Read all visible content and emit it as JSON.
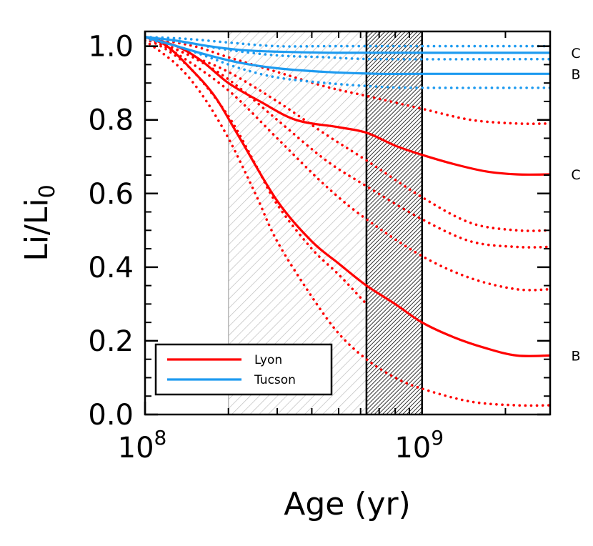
{
  "chart_data": {
    "type": "line",
    "xlabel": "Age (yr)",
    "ylabel": "Li/Li",
    "ylabel_sub": "0",
    "x_scale": "log",
    "xlim": [
      100000000.0,
      2900000000.0
    ],
    "ylim": [
      0.0,
      1.04
    ],
    "x_tick_labels": [
      {
        "value": 100000000.0,
        "base": "10",
        "exp": "8"
      },
      {
        "value": 1000000000.0,
        "base": "10",
        "exp": "9"
      }
    ],
    "y_ticks": [
      0.0,
      0.2,
      0.4,
      0.6,
      0.8,
      1.0
    ],
    "y_tick_labels": [
      "0.0",
      "0.2",
      "0.4",
      "0.6",
      "0.8",
      "1.0"
    ],
    "shaded_regions": [
      {
        "x0": 200000000.0,
        "x1": 630000000.0,
        "style": "light-hatch"
      },
      {
        "x0": 630000000.0,
        "x1": 1000000000.0,
        "style": "dense-hatch"
      }
    ],
    "series": [
      {
        "name": "Lyon",
        "model": "Lyon",
        "style": "solid",
        "color": "#ff0000",
        "end_label": "C",
        "points": [
          [
            100000000.0,
            1.025
          ],
          [
            130000000.0,
            1.0
          ],
          [
            160000000.0,
            0.96
          ],
          [
            200000000.0,
            0.9
          ],
          [
            260000000.0,
            0.85
          ],
          [
            350000000.0,
            0.8
          ],
          [
            500000000.0,
            0.78
          ],
          [
            630000000.0,
            0.765
          ],
          [
            800000000.0,
            0.73
          ],
          [
            1000000000.0,
            0.705
          ],
          [
            1300000000.0,
            0.68
          ],
          [
            1700000000.0,
            0.66
          ],
          [
            2200000000.0,
            0.652
          ],
          [
            2900000000.0,
            0.652
          ]
        ]
      },
      {
        "name": "Lyon",
        "model": "Lyon",
        "style": "solid",
        "color": "#ff0000",
        "end_label": "B",
        "points": [
          [
            100000000.0,
            1.025
          ],
          [
            120000000.0,
            1.0
          ],
          [
            150000000.0,
            0.93
          ],
          [
            180000000.0,
            0.86
          ],
          [
            220000000.0,
            0.75
          ],
          [
            300000000.0,
            0.58
          ],
          [
            400000000.0,
            0.47
          ],
          [
            500000000.0,
            0.41
          ],
          [
            630000000.0,
            0.35
          ],
          [
            800000000.0,
            0.3
          ],
          [
            1000000000.0,
            0.25
          ],
          [
            1300000000.0,
            0.21
          ],
          [
            1700000000.0,
            0.18
          ],
          [
            2200000000.0,
            0.16
          ],
          [
            2900000000.0,
            0.16
          ]
        ]
      },
      {
        "name": "",
        "model": "Lyon",
        "style": "dotted",
        "color": "#ff0000",
        "points": [
          [
            100000000.0,
            1.025
          ],
          [
            150000000.0,
            1.0
          ],
          [
            200000000.0,
            0.97
          ],
          [
            300000000.0,
            0.93
          ],
          [
            450000000.0,
            0.89
          ],
          [
            630000000.0,
            0.865
          ],
          [
            1000000000.0,
            0.83
          ],
          [
            1500000000.0,
            0.8
          ],
          [
            2200000000.0,
            0.79
          ],
          [
            2900000000.0,
            0.79
          ]
        ]
      },
      {
        "name": "",
        "model": "Lyon",
        "style": "dotted",
        "color": "#ff0000",
        "points": [
          [
            100000000.0,
            1.025
          ],
          [
            140000000.0,
            0.98
          ],
          [
            200000000.0,
            0.93
          ],
          [
            300000000.0,
            0.85
          ],
          [
            450000000.0,
            0.76
          ],
          [
            630000000.0,
            0.69
          ],
          [
            1000000000.0,
            0.59
          ],
          [
            1500000000.0,
            0.52
          ],
          [
            2200000000.0,
            0.5
          ],
          [
            2900000000.0,
            0.5
          ]
        ]
      },
      {
        "name": "",
        "model": "Lyon",
        "style": "dotted",
        "color": "#ff0000",
        "points": [
          [
            100000000.0,
            1.025
          ],
          [
            140000000.0,
            0.98
          ],
          [
            200000000.0,
            0.91
          ],
          [
            300000000.0,
            0.8
          ],
          [
            450000000.0,
            0.69
          ],
          [
            630000000.0,
            0.62
          ],
          [
            1000000000.0,
            0.53
          ],
          [
            1500000000.0,
            0.47
          ],
          [
            2200000000.0,
            0.455
          ],
          [
            2900000000.0,
            0.455
          ]
        ]
      },
      {
        "name": "",
        "model": "Lyon",
        "style": "dotted",
        "color": "#ff0000",
        "points": [
          [
            100000000.0,
            1.025
          ],
          [
            130000000.0,
            0.98
          ],
          [
            200000000.0,
            0.88
          ],
          [
            300000000.0,
            0.75
          ],
          [
            450000000.0,
            0.62
          ],
          [
            630000000.0,
            0.53
          ],
          [
            1000000000.0,
            0.43
          ],
          [
            1500000000.0,
            0.37
          ],
          [
            2200000000.0,
            0.34
          ],
          [
            2900000000.0,
            0.34
          ]
        ]
      },
      {
        "name": "",
        "model": "Lyon",
        "style": "dotted",
        "color": "#ff0000",
        "points": [
          [
            100000000.0,
            1.015
          ],
          [
            130000000.0,
            0.95
          ],
          [
            160000000.0,
            0.87
          ],
          [
            200000000.0,
            0.75
          ],
          [
            250000000.0,
            0.6
          ],
          [
            300000000.0,
            0.47
          ],
          [
            400000000.0,
            0.32
          ],
          [
            500000000.0,
            0.22
          ],
          [
            630000000.0,
            0.15
          ],
          [
            800000000.0,
            0.1
          ],
          [
            1000000000.0,
            0.07
          ],
          [
            1500000000.0,
            0.035
          ],
          [
            2200000000.0,
            0.025
          ],
          [
            2900000000.0,
            0.025
          ]
        ]
      },
      {
        "name": "",
        "model": "Lyon",
        "style": "dotted",
        "color": "#ff0000",
        "points": [
          [
            100000000.0,
            1.02
          ],
          [
            120000000.0,
            0.99
          ],
          [
            150000000.0,
            0.93
          ],
          [
            200000000.0,
            0.81
          ],
          [
            250000000.0,
            0.68
          ],
          [
            300000000.0,
            0.57
          ],
          [
            400000000.0,
            0.45
          ],
          [
            500000000.0,
            0.38
          ],
          [
            630000000.0,
            0.3
          ]
        ]
      },
      {
        "name": "Tucson",
        "model": "Tucson",
        "style": "solid",
        "color": "#1e9bf0",
        "end_label": "C",
        "points": [
          [
            100000000.0,
            1.025
          ],
          [
            130000000.0,
            1.015
          ],
          [
            170000000.0,
            1.0
          ],
          [
            220000000.0,
            0.99
          ],
          [
            300000000.0,
            0.985
          ],
          [
            500000000.0,
            0.982
          ],
          [
            1000000000.0,
            0.982
          ],
          [
            2900000000.0,
            0.982
          ]
        ]
      },
      {
        "name": "Tucson",
        "model": "Tucson",
        "style": "solid",
        "color": "#1e9bf0",
        "end_label": "B",
        "points": [
          [
            100000000.0,
            1.025
          ],
          [
            130000000.0,
            1.0
          ],
          [
            170000000.0,
            0.975
          ],
          [
            220000000.0,
            0.955
          ],
          [
            300000000.0,
            0.94
          ],
          [
            450000000.0,
            0.93
          ],
          [
            700000000.0,
            0.925
          ],
          [
            1000000000.0,
            0.925
          ],
          [
            2900000000.0,
            0.925
          ]
        ]
      },
      {
        "name": "",
        "model": "Tucson",
        "style": "dotted",
        "color": "#1e9bf0",
        "points": [
          [
            100000000.0,
            1.025
          ],
          [
            140000000.0,
            1.02
          ],
          [
            200000000.0,
            1.01
          ],
          [
            300000000.0,
            1.0
          ],
          [
            500000000.0,
            1.0
          ],
          [
            2900000000.0,
            1.0
          ]
        ]
      },
      {
        "name": "",
        "model": "Tucson",
        "style": "dotted",
        "color": "#1e9bf0",
        "points": [
          [
            100000000.0,
            1.025
          ],
          [
            140000000.0,
            1.01
          ],
          [
            200000000.0,
            0.99
          ],
          [
            300000000.0,
            0.975
          ],
          [
            450000000.0,
            0.97
          ],
          [
            700000000.0,
            0.965
          ],
          [
            2900000000.0,
            0.965
          ]
        ]
      },
      {
        "name": "",
        "model": "Tucson",
        "style": "dotted",
        "color": "#1e9bf0",
        "points": [
          [
            100000000.0,
            1.02
          ],
          [
            130000000.0,
            1.0
          ],
          [
            170000000.0,
            0.97
          ],
          [
            220000000.0,
            0.94
          ],
          [
            300000000.0,
            0.915
          ],
          [
            450000000.0,
            0.9
          ],
          [
            700000000.0,
            0.89
          ],
          [
            1000000000.0,
            0.887
          ],
          [
            2900000000.0,
            0.887
          ]
        ]
      }
    ],
    "legend": {
      "placement": "bottom-left",
      "entries": [
        {
          "label": "Lyon",
          "color": "#ff0000"
        },
        {
          "label": "Tucson",
          "color": "#1e9bf0"
        }
      ]
    }
  }
}
